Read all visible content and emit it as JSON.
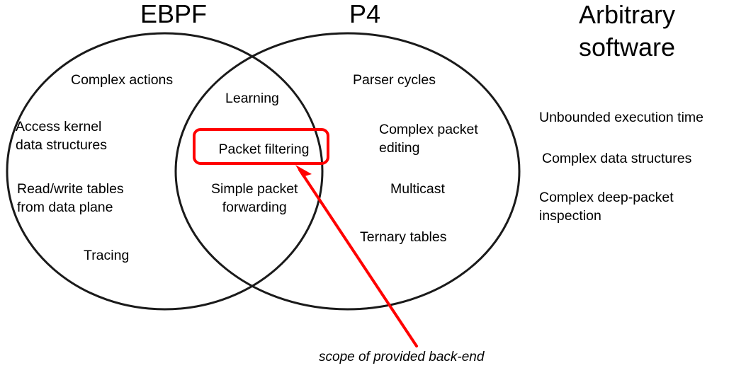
{
  "figure": {
    "type": "venn-diagram",
    "sets": [
      {
        "id": "ebpf",
        "title": "EBPF"
      },
      {
        "id": "p4",
        "title": "P4"
      }
    ],
    "outside_label_line1": "Arbitrary",
    "outside_label_line2": "software"
  },
  "ebpf_only": {
    "items": [
      "Complex actions",
      "Access kernel\ndata structures",
      "Read/write tables\nfrom data plane",
      "Tracing"
    ],
    "complex_actions": "Complex actions",
    "access_kernel_l1": "Access kernel",
    "access_kernel_l2": "data structures",
    "readwrite_l1": "Read/write tables",
    "readwrite_l2": "from data plane",
    "tracing": "Tracing"
  },
  "intersection": {
    "learning": "Learning",
    "packet_filtering": "Packet filtering",
    "simple_forwarding_l1": "Simple packet",
    "simple_forwarding_l2": "forwarding"
  },
  "p4_only": {
    "parser_cycles": "Parser cycles",
    "complex_packet_editing_l1": "Complex packet",
    "complex_packet_editing_l2": "editing",
    "multicast": "Multicast",
    "ternary_tables": "Ternary tables"
  },
  "arbitrary_software": {
    "unbounded_execution_time": "Unbounded execution time",
    "complex_data_structures": "Complex data structures",
    "complex_deep_packet_l1": "Complex deep-packet",
    "complex_deep_packet_l2": "inspection"
  },
  "annotation": {
    "caption": "scope of provided back-end",
    "highlight_target": "Packet filtering",
    "highlight_color": "#ff0000",
    "arrow_color": "#ff0000"
  },
  "colors": {
    "background": "#ffffff",
    "text": "#000000",
    "circle_stroke": "#1a1a1a",
    "accent_red": "#ff0000"
  }
}
